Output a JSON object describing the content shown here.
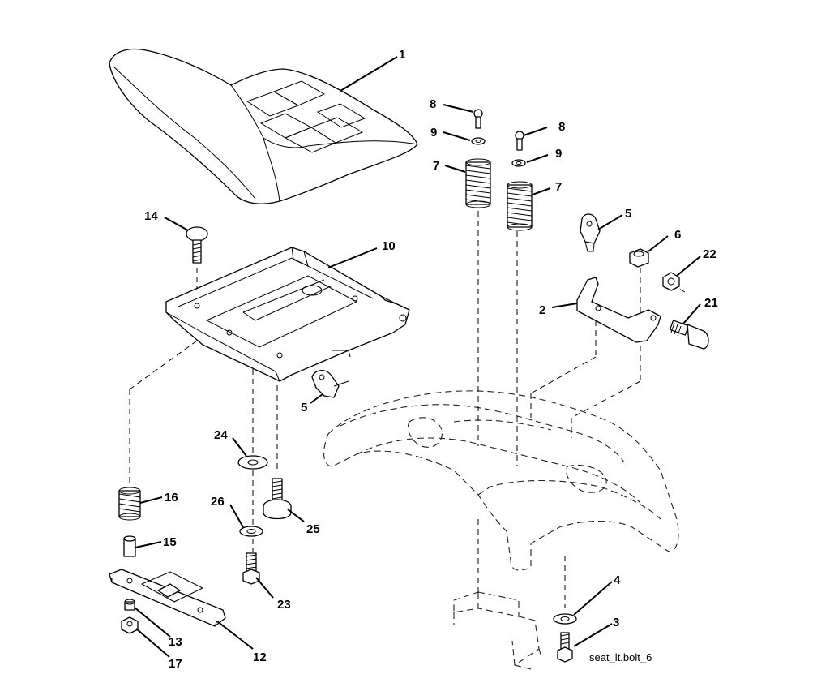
{
  "callouts": [
    {
      "id": "1",
      "label": "1"
    },
    {
      "id": "2",
      "label": "2"
    },
    {
      "id": "3",
      "label": "3"
    },
    {
      "id": "4",
      "label": "4"
    },
    {
      "id": "5a",
      "label": "5"
    },
    {
      "id": "5b",
      "label": "5"
    },
    {
      "id": "6",
      "label": "6"
    },
    {
      "id": "7a",
      "label": "7"
    },
    {
      "id": "7b",
      "label": "7"
    },
    {
      "id": "8a",
      "label": "8"
    },
    {
      "id": "8b",
      "label": "8"
    },
    {
      "id": "9a",
      "label": "9"
    },
    {
      "id": "9b",
      "label": "9"
    },
    {
      "id": "10",
      "label": "10"
    },
    {
      "id": "12",
      "label": "12"
    },
    {
      "id": "13",
      "label": "13"
    },
    {
      "id": "14",
      "label": "14"
    },
    {
      "id": "15",
      "label": "15"
    },
    {
      "id": "16",
      "label": "16"
    },
    {
      "id": "17",
      "label": "17"
    },
    {
      "id": "21",
      "label": "21"
    },
    {
      "id": "22",
      "label": "22"
    },
    {
      "id": "23",
      "label": "23"
    },
    {
      "id": "24",
      "label": "24"
    },
    {
      "id": "25",
      "label": "25"
    },
    {
      "id": "26",
      "label": "26"
    }
  ],
  "filename": "seat_lt.bolt_6"
}
